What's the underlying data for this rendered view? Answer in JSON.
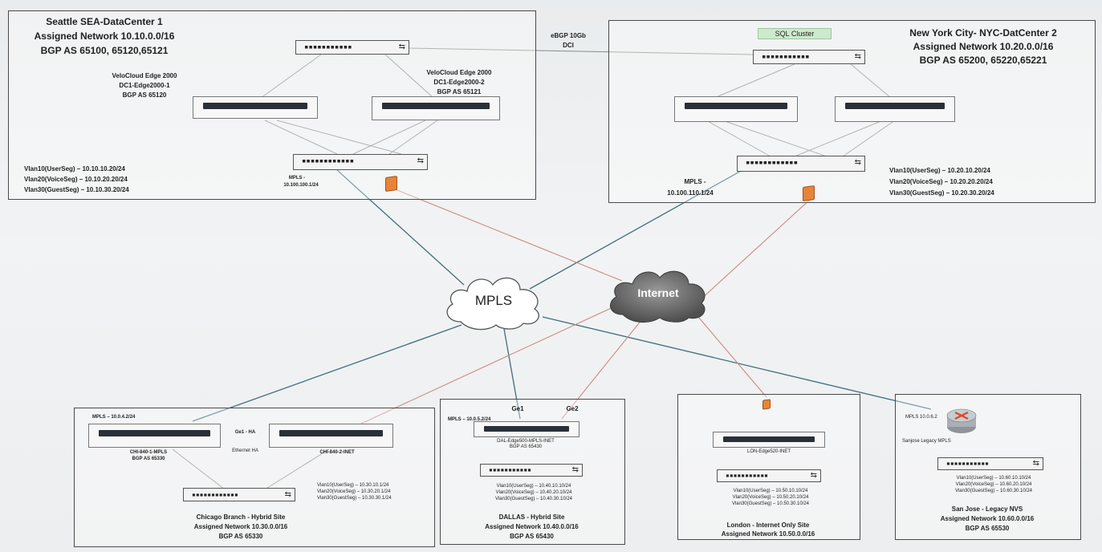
{
  "datacenters": {
    "seattle": {
      "name": "Seattle SEA-DataCenter 1",
      "network": "Assigned Network 10.10.0.0/16",
      "bgp": "BGP AS 65100, 65120,65121",
      "edge1": [
        "VeloCloud Edge 2000",
        "DC1-Edge2000-1",
        "BGP AS 65120"
      ],
      "edge2": [
        "VeloCloud Edge 2000",
        "DC1-Edge2000-2",
        "BGP AS 65121"
      ],
      "vlans": [
        "Vlan10(UserSeg) – 10.10.10.20/24",
        "Vlan20(VoiceSeg) – 10.10.20.20/24",
        "Vlan30(GuestSeg) – 10.10.30.20/24"
      ],
      "mpls": [
        "MPLS -",
        "10.100.100.1/24"
      ]
    },
    "nyc": {
      "name": "New York City- NYC-DatCenter 2",
      "network": "Assigned Network 10.20.0.0/16",
      "bgp": "BGP AS 65200, 65220,65221",
      "sql": "SQL Cluster",
      "vlans": [
        "Vlan10(UserSeg) – 10.20.10.20/24",
        "Vlan20(VoiceSeg) – 10.20.20.20/24",
        "Vlan30(GuestSeg) – 10.20.30.20/24"
      ],
      "mpls": [
        "MPLS -",
        "10.100.110.1/24"
      ]
    },
    "dci": [
      "eBGP 10Gb",
      "DCI"
    ]
  },
  "clouds": {
    "mpls": "MPLS",
    "internet": "Internet"
  },
  "sites": {
    "chicago": {
      "mpls": "MPLS – 10.0.4.2/24",
      "ha": "Ge1 - HA",
      "ha2": "Ethernet HA",
      "edge1": [
        "CHI-840-1-MPLS",
        "BGP AS 65330"
      ],
      "edge2": "CHI-840-2-INET",
      "vlans": [
        "Vlan10(UserSeg) – 10.30.10.1/24",
        "Vlan20(VoiceSeg) – 10.30.20.1/24",
        "Vlan30(GuestSeg) – 10.30.30.1/24"
      ],
      "title": "Chicago Branch - Hybrid Site",
      "network": "Assigned Network 10.30.0.0/16",
      "bgp": "BGP AS 65330"
    },
    "dallas": {
      "ge1": "Ge1",
      "ge2": "Ge2",
      "mpls": "MPLS – 10.0.5.2/24",
      "edge": [
        "DAL-Edge500-MPLS-INET",
        "BGP AS 65430"
      ],
      "vlans": [
        "Vlan10(UserSeg) – 10.40.10.10/24",
        "Vlan20(VoiceSeg) – 10.40.20.10/24",
        "Vlan30(GuestSeg) – 10.40.30.10/24"
      ],
      "title": "DALLAS - Hybrid Site",
      "network": "Assigned Network 10.40.0.0/16",
      "bgp": "BGP AS 65430"
    },
    "london": {
      "edge": "LON-Edge520-INET",
      "vlans": [
        "Vlan10(UserSeg) – 10.50.10.10/24",
        "Vlan20(VoiceSeg) – 10.50.20.10/24",
        "Vlan30(GuestSeg) – 10.50.30.10/24"
      ],
      "title": "London - Internet Only Site",
      "network": "Assigned Network 10.50.0.0/16"
    },
    "sanjose": {
      "mpls": "MPLS 10.0.6.2",
      "router": "Sanjose Legacy MPLS",
      "vlans": [
        "Vlan10(UserSeg) – 10.60.10.10/24",
        "Vlan20(VoiceSeg) – 10.60.20.10/24",
        "Vlan30(GuestSeg) – 10.60.30.10/24"
      ],
      "title": "San Jose - Legacy NVS",
      "network": "Assigned Network 10.60.0.0/16",
      "bgp": "BGP AS 65530"
    }
  },
  "colors": {
    "mpls_link": "#3f6f7d",
    "internet_link": "#c98b84",
    "internal_link": "#8a8a8a",
    "firewall": "#e8843a",
    "sql": "#cfe9cf"
  }
}
